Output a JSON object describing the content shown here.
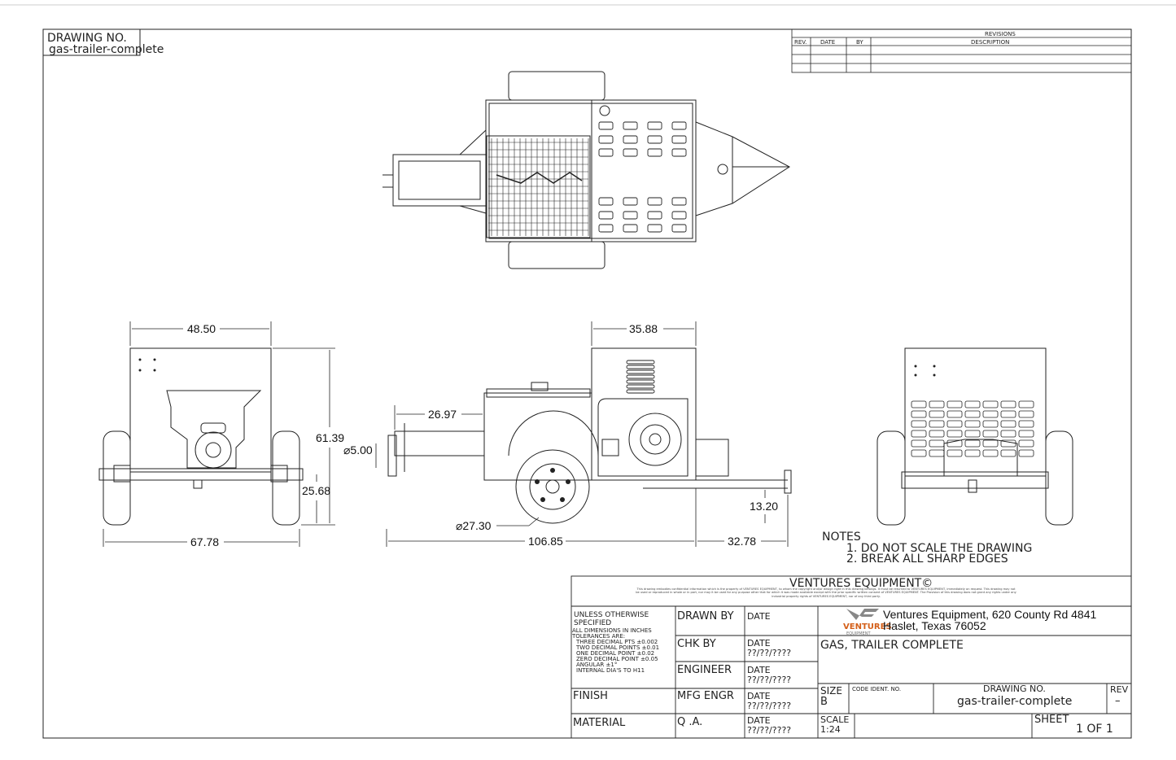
{
  "drawing_number_box": {
    "label": "DRAWING NO.",
    "value": "gas-trailer-complete"
  },
  "revisions": {
    "title": "REVISIONS",
    "columns": [
      "REV.",
      "DATE",
      "BY",
      "DESCRIPTION"
    ]
  },
  "dimensions": {
    "front_width_top": "48.50",
    "front_height": "61.39",
    "front_axle_height": "25.68",
    "front_track_width": "67.78",
    "side_box_width": "35.88",
    "side_hopper_extension": "26.97",
    "side_pipe_diameter": "⌀5.00",
    "side_wheel_diameter": "⌀27.30",
    "side_overall_length": "106.85",
    "side_tongue_length": "32.78",
    "side_tongue_height": "13.20"
  },
  "notes": {
    "title": "NOTES",
    "items": [
      "1.  DO  NOT  SCALE  THE  DRAWING",
      "2.  BREAK  ALL  SHARP  EDGES"
    ]
  },
  "title_block": {
    "company_header": "VENTURES EQUIPMENT©",
    "confidential": "This drawing embodies confidential information which is the property of VENTURES EQUIPMENT, to whom the copyright and/or design right in this drawing belongs. It must be returned to VENTURES EQUIPMENT, immediately on request. This drawing may not be used or reproduced in whole or in part, nor may it be used for any purpose other that for which it was made available except with the prior specific written consent of VENTURES EQUIPMENT. The Provision of this drawing does not grant any rights under any industrial property rights of VENTURES EQUIPMENT, nor of any third party.",
    "tolerances": [
      "UNLESS OTHERWISE",
      "SPECIFIED",
      "ALL DIMENSIONS IN INCHES",
      "TOLERANCES  ARE:",
      "THREE DECIMAL PTS  ±0.002",
      "TWO DECIMAL POINTS  ±0.01",
      "ONE DECIMAL POINT   ±0.02",
      "ZERO DECIMAL POINT  ±0.05",
      "ANGULAR  ±1°",
      "INTERNAL DIA'S TO H11"
    ],
    "finish": "FINISH",
    "material": "MATERIAL",
    "drawn_by": "DRAWN  BY",
    "chk_by": "CHK  BY",
    "engineer": "ENGINEER",
    "mfg_engr": "MFG  ENGR",
    "qa": "Q  .A.",
    "date_label": "DATE",
    "date_value": "??/??/????",
    "logo_text": "VENTURES",
    "logo_sub": "EQUIPMENT",
    "address_line1": "Ventures Equipment, 620 County Rd 4841",
    "address_line2": "Haslet, Texas 76052",
    "title": "GAS,  TRAILER  COMPLETE",
    "size_label": "SIZE",
    "size_value": "B",
    "code_ident": "CODE  IDENT.  NO.",
    "drawing_no_label": "DRAWING  NO.",
    "drawing_no_value": "gas-trailer-complete",
    "rev_label": "REV",
    "rev_value": "–",
    "scale_label": "SCALE",
    "scale_value": "1:24",
    "sheet_label": "SHEET",
    "sheet_value": "1  OF  1"
  },
  "colors": {
    "line": "#222222",
    "logo_orange": "#d4601a",
    "logo_gray": "#888888"
  }
}
